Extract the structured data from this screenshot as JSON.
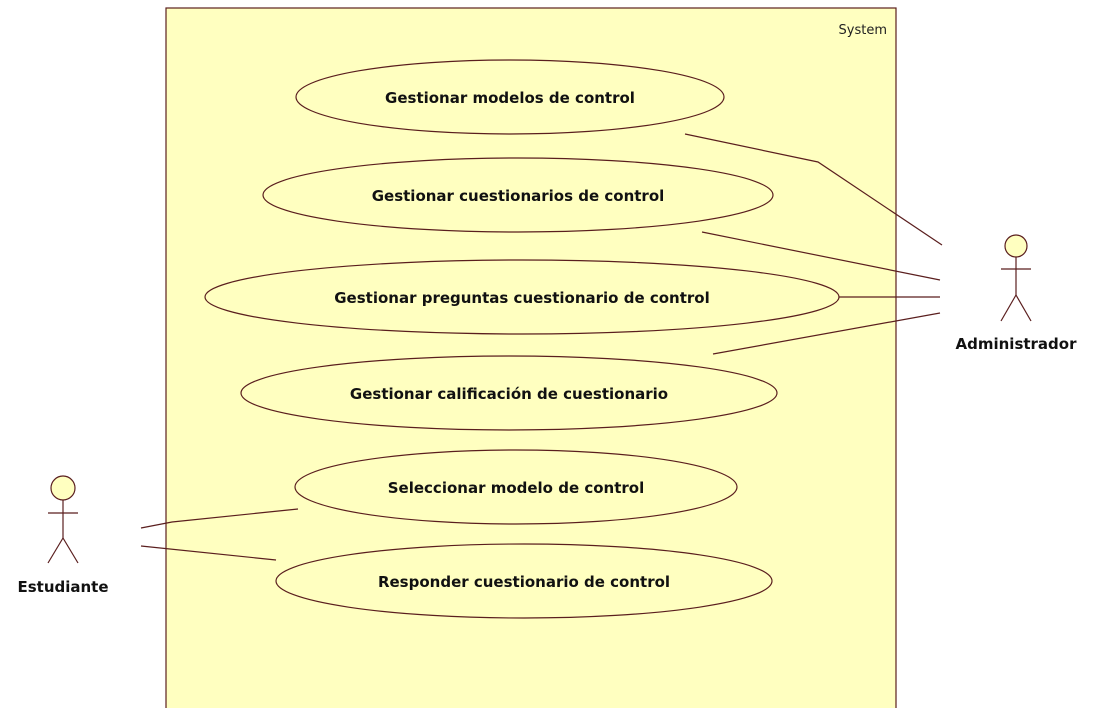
{
  "system": {
    "label": "System",
    "fill_color": "#ffffc0",
    "border_color": "#5a1e1e"
  },
  "use_cases": [
    {
      "id": "uc1",
      "label": "Gestionar modelos de control"
    },
    {
      "id": "uc2",
      "label": "Gestionar cuestionarios de control"
    },
    {
      "id": "uc3",
      "label": "Gestionar preguntas cuestionario de control"
    },
    {
      "id": "uc4",
      "label": "Gestionar calificación de cuestionario"
    },
    {
      "id": "uc5",
      "label": "Seleccionar modelo de control"
    },
    {
      "id": "uc6",
      "label": "Responder cuestionario de control"
    }
  ],
  "actors": [
    {
      "id": "administrador",
      "label": "Administrador"
    },
    {
      "id": "estudiante",
      "label": "Estudiante"
    }
  ],
  "associations": [
    {
      "actor": "administrador",
      "use_case": "uc1"
    },
    {
      "actor": "administrador",
      "use_case": "uc2"
    },
    {
      "actor": "administrador",
      "use_case": "uc3"
    },
    {
      "actor": "administrador",
      "use_case": "uc4"
    },
    {
      "actor": "estudiante",
      "use_case": "uc5"
    },
    {
      "actor": "estudiante",
      "use_case": "uc6"
    }
  ],
  "colors": {
    "line": "#5a1e1e",
    "actor_head": "#ffffc0",
    "use_case_fill": "#ffffc0"
  }
}
